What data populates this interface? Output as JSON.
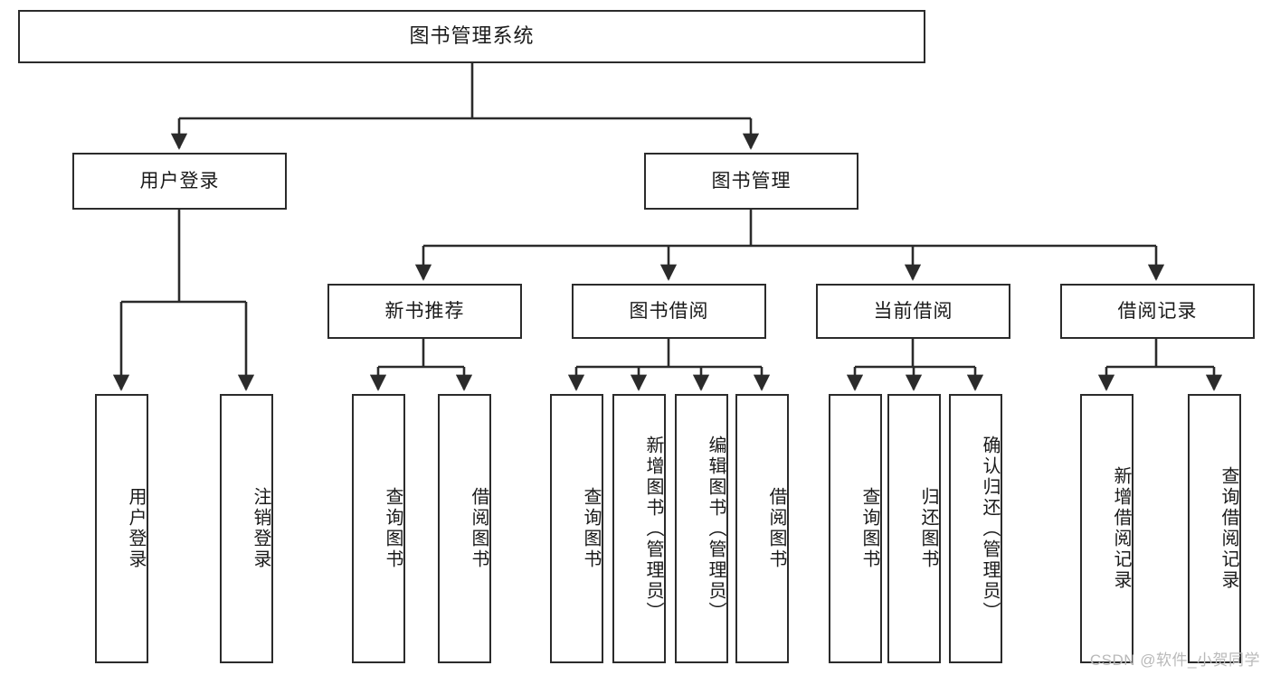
{
  "diagram": {
    "type": "tree",
    "title": "图书管理系统",
    "colors": {
      "box_border": "#2b2b2b",
      "box_fill": "#ffffff",
      "edge": "#2b2b2b",
      "text": "#1a1a1a",
      "watermark": "#b9b9b9"
    },
    "levels": {
      "root": "图书管理系统",
      "level2": [
        "用户登录",
        "图书管理"
      ],
      "level3": [
        "新书推荐",
        "图书借阅",
        "当前借阅",
        "借阅记录"
      ]
    },
    "nodes": {
      "root": {
        "label": "图书管理系统"
      },
      "user_login": {
        "label": "用户登录"
      },
      "book_manage": {
        "label": "图书管理"
      },
      "new_book_rec": {
        "label": "新书推荐"
      },
      "book_borrow": {
        "label": "图书借阅"
      },
      "current_borrow": {
        "label": "当前借阅"
      },
      "borrow_record": {
        "label": "借阅记录"
      },
      "leaf_user_login": {
        "label": "用户登录"
      },
      "leaf_user_logout": {
        "label": "注销登录"
      },
      "leaf_rec_query": {
        "label": "查询图书"
      },
      "leaf_rec_borrow": {
        "label": "借阅图书"
      },
      "leaf_borrow_query": {
        "label": "查询图书"
      },
      "leaf_borrow_add": {
        "label": "新增图书（管理员）"
      },
      "leaf_borrow_edit": {
        "label": "编辑图书（管理员）"
      },
      "leaf_borrow_do": {
        "label": "借阅图书"
      },
      "leaf_cur_query": {
        "label": "查询图书"
      },
      "leaf_cur_return": {
        "label": "归还图书"
      },
      "leaf_cur_confirm": {
        "label": "确认归还（管理员）"
      },
      "leaf_rec_add": {
        "label": "新增借阅记录"
      },
      "leaf_rec_search": {
        "label": "查询借阅记录"
      }
    },
    "edges": [
      {
        "from": "root",
        "to": "user_login"
      },
      {
        "from": "root",
        "to": "book_manage"
      },
      {
        "from": "user_login",
        "to": "leaf_user_login"
      },
      {
        "from": "user_login",
        "to": "leaf_user_logout"
      },
      {
        "from": "book_manage",
        "to": "new_book_rec"
      },
      {
        "from": "book_manage",
        "to": "book_borrow"
      },
      {
        "from": "book_manage",
        "to": "current_borrow"
      },
      {
        "from": "book_manage",
        "to": "borrow_record"
      },
      {
        "from": "new_book_rec",
        "to": "leaf_rec_query"
      },
      {
        "from": "new_book_rec",
        "to": "leaf_rec_borrow"
      },
      {
        "from": "book_borrow",
        "to": "leaf_borrow_query"
      },
      {
        "from": "book_borrow",
        "to": "leaf_borrow_add"
      },
      {
        "from": "book_borrow",
        "to": "leaf_borrow_edit"
      },
      {
        "from": "book_borrow",
        "to": "leaf_borrow_do"
      },
      {
        "from": "current_borrow",
        "to": "leaf_cur_query"
      },
      {
        "from": "current_borrow",
        "to": "leaf_cur_return"
      },
      {
        "from": "current_borrow",
        "to": "leaf_cur_confirm"
      },
      {
        "from": "borrow_record",
        "to": "leaf_rec_add"
      },
      {
        "from": "borrow_record",
        "to": "leaf_rec_search"
      }
    ]
  },
  "watermark": "CSDN @软件_小贺同学"
}
